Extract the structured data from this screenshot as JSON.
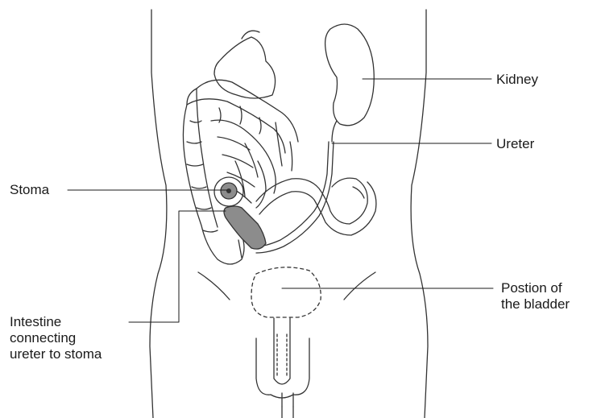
{
  "labels": {
    "kidney": "Kidney",
    "ureter": "Ureter",
    "stoma": "Stoma",
    "bladder_line1": "Postion of",
    "bladder_line2": "the bladder",
    "intestine_line1": "Intestine",
    "intestine_line2": "connecting",
    "intestine_line3": "ureter to stoma"
  },
  "colors": {
    "outline": "#333333",
    "ink": "#1a1a1a",
    "conduit_fill": "#8c8c8c",
    "background": "#ffffff"
  }
}
